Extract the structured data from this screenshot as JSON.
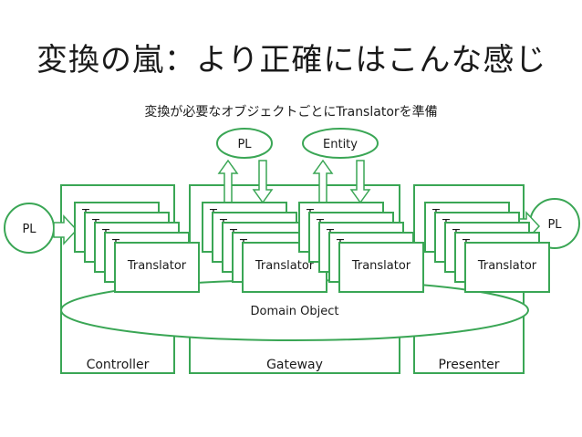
{
  "slide": {
    "title": "変換の嵐：より正確にはこんな感じ",
    "subtitle": "変換が必要なオブジェクトごとにTranslatorを準備"
  },
  "nodes": {
    "pl_left": "PL",
    "pl_right": "PL",
    "pl_top": "PL",
    "entity_top": "Entity",
    "domain_object": "Domain Object"
  },
  "containers": {
    "controller": "Controller",
    "gateway": "Gateway",
    "presenter": "Presenter"
  },
  "translator_label": "Translator",
  "translator_stub": "T",
  "colors": {
    "green": "#3aa655",
    "black": "#000000"
  }
}
